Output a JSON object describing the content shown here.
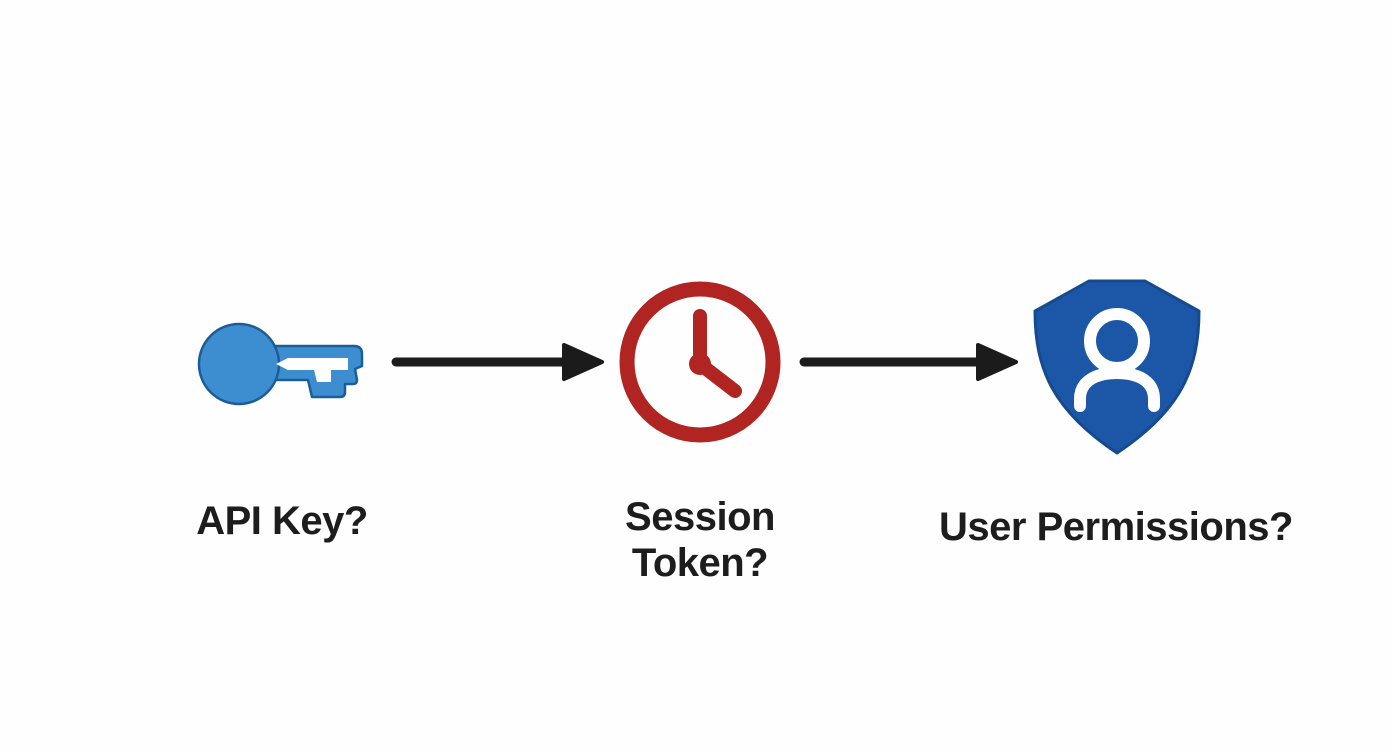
{
  "diagram": {
    "background_color": "#fefefe",
    "text_color": "#1d1d1d",
    "arrow_color": "#1b1b1b",
    "nodes": [
      {
        "id": "api-key",
        "label": "API Key?",
        "icon": "key-icon",
        "icon_color": "#3d8ed1",
        "icon_outline_color": "#1c5d94"
      },
      {
        "id": "session-token",
        "label": "Session Token?",
        "icon": "clock-icon",
        "icon_color": "#b02522"
      },
      {
        "id": "user-permissions",
        "label": "User Permissions?",
        "icon": "shield-user-icon",
        "icon_color": "#1b56a7",
        "icon_outline_color": "#164a8f"
      }
    ],
    "connectors": [
      {
        "from": "api-key",
        "to": "session-token",
        "style": "arrow-right"
      },
      {
        "from": "session-token",
        "to": "user-permissions",
        "style": "arrow-right"
      }
    ]
  }
}
